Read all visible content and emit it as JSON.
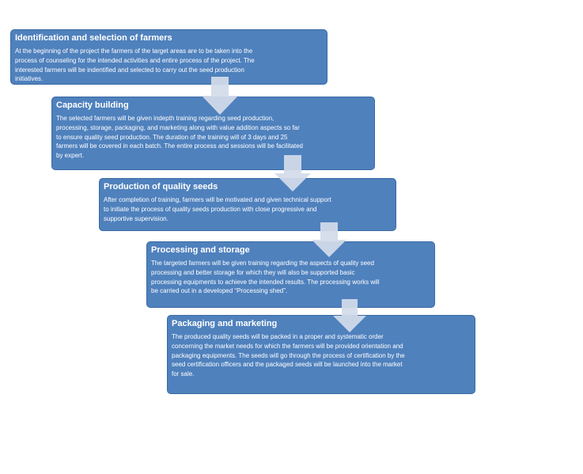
{
  "colors": {
    "box_fill": "#4f81bd",
    "box_border": "#3a6aa3",
    "arrow_fill": "#d3dcea",
    "text": "#ffffff"
  },
  "steps": [
    {
      "title": "Identification and selection of farmers",
      "body": "At the beginning of the project the farmers of the target areas are to be taken into the process of counseling for the intended activities and entire process of the project. The interested farmers will be indentified and selected to carry out the seed production initiatives."
    },
    {
      "title": "Capacity building",
      "body": "The selected farmers will be given indepth training regarding seed production, processing, storage, packaging, and marketing along with value addition aspects so far to ensure quality seed production. The duration of the training will of 3 days and 25 farmers will be covered in each batch. The entire process and sessions will be facilitated by expert."
    },
    {
      "title": "Production of quality seeds",
      "body": "After completion of training, farmers will be motivated and given technical support to initiate the process of quality seeds production with close progressive and supportive supervision."
    },
    {
      "title": "Processing and storage",
      "body": "The targeted farmers will be given training regarding the aspects of quality seed processing and better storage for which they will also be supported basic processing equipments to achieve the intended results. The processing works will be carried out in a developed “Processing shed”."
    },
    {
      "title": "Packaging and marketing",
      "body": "The produced quality seeds will be packed in a proper and systematic order concerning the market needs for which the farmers will be provided orientation and packaging equipments. The seeds will go through the process of certification by the seed certification officers and the packaged seeds will be launched into the market for sale."
    }
  ]
}
